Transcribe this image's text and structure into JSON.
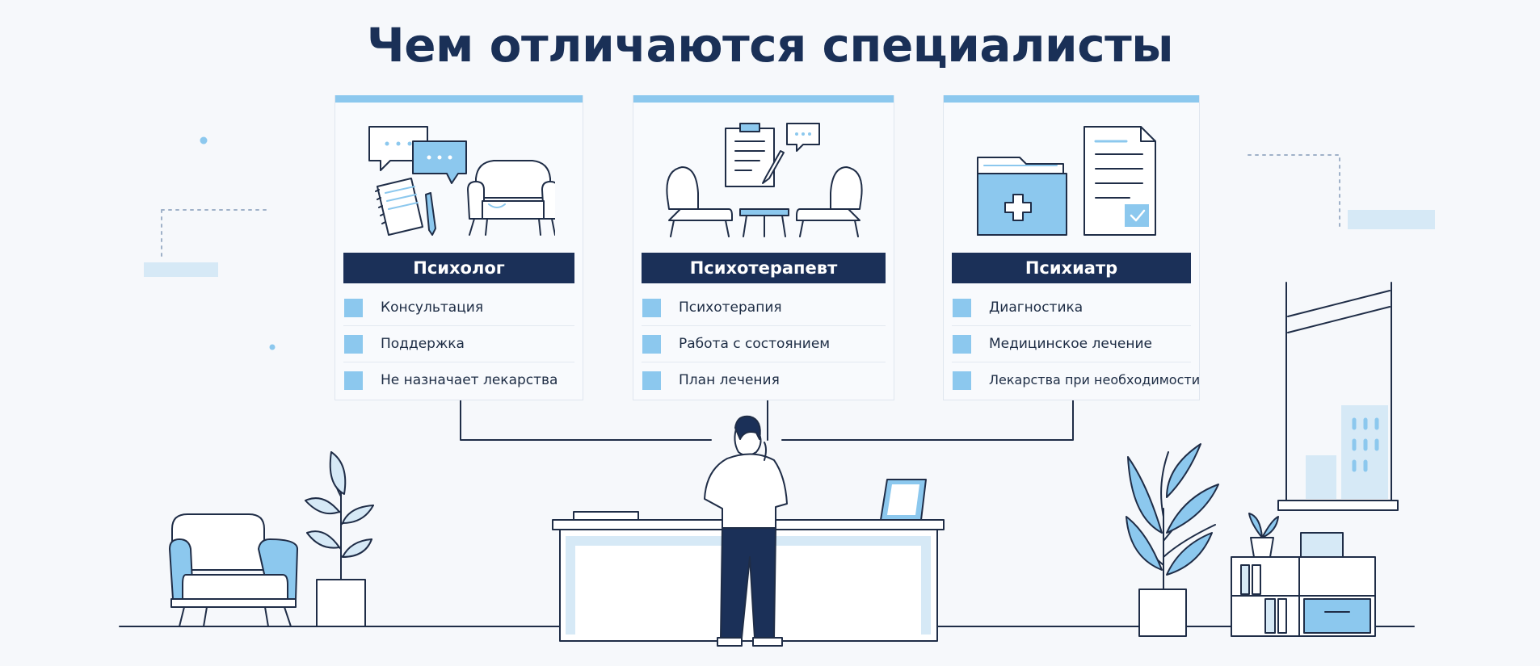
{
  "title": "Чем отличаются специалисты",
  "colors": {
    "navy": "#1b3058",
    "accent": "#8cc8ee",
    "accent_light": "#d6e9f6",
    "line": "#1f2d47",
    "background": "#f6f8fb"
  },
  "cards": [
    {
      "name": "Психолог",
      "icons": [
        "speech-bubbles-icon",
        "notebook-icon",
        "pen-icon",
        "armchair-icon"
      ],
      "items": [
        "Консультация",
        "Поддержка",
        "Не назначает лекарства"
      ]
    },
    {
      "name": "Психотерапевт",
      "icons": [
        "clipboard-icon",
        "speech-bubble-icon",
        "armchairs-icon",
        "coffee-table-icon"
      ],
      "items": [
        "Психотерапия",
        "Работа с состоянием",
        "План лечения"
      ]
    },
    {
      "name": "Психиатр",
      "icons": [
        "medical-folder-icon",
        "document-check-icon"
      ],
      "items": [
        "Диагностика",
        "Медицинское лечение",
        "Лекарства при необходимости"
      ]
    }
  ]
}
